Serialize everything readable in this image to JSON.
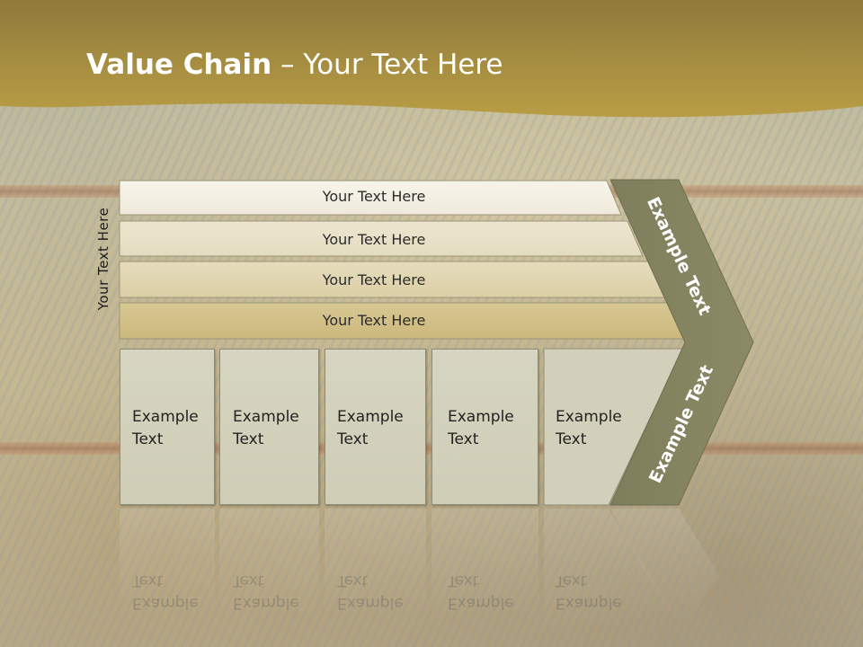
{
  "slide": {
    "title_bold": "Value Chain",
    "title_rest": " – Your Text Here",
    "side_label": "Your Text Here"
  },
  "rows": [
    {
      "label": "Your Text Here"
    },
    {
      "label": "Your Text Here"
    },
    {
      "label": "Your Text Here"
    },
    {
      "label": "Your Text Here"
    }
  ],
  "boxes": [
    {
      "line1": "Example",
      "line2": "Text"
    },
    {
      "line1": "Example",
      "line2": "Text"
    },
    {
      "line1": "Example",
      "line2": "Text"
    },
    {
      "line1": "Example",
      "line2": "Text"
    },
    {
      "line1": "Example",
      "line2": "Text"
    }
  ],
  "chevron": {
    "upper_text": "Example Text",
    "lower_text": "Example Text"
  },
  "colors": {
    "title_bar": "#a48a3a",
    "chevron": "#858560",
    "row1": "#f3efe0",
    "row4": "#d1c28a"
  }
}
